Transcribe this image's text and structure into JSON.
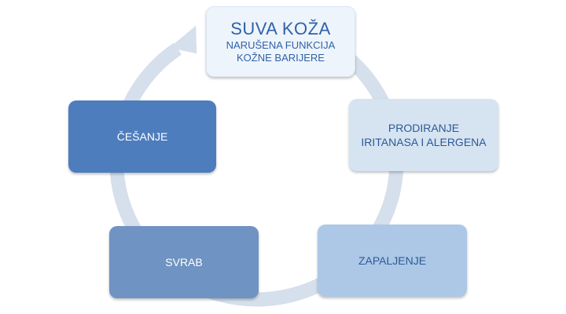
{
  "diagram": {
    "type": "cycle",
    "arrow_color": "#d6dfec",
    "nodes": [
      {
        "title": "SUVA KOŽA",
        "lines": [
          "NARUŠENA FUNKCIJA",
          "KOŽNE BARIJERE"
        ],
        "color": "#eef4fb",
        "text_color": "#2f62a8"
      },
      {
        "lines": [
          "PRODIRANJE",
          "IRITANASA I ALERGENA"
        ],
        "color": "#d6e3f1",
        "text_color": "#2b5a97"
      },
      {
        "lines": [
          "ZAPALJENJE"
        ],
        "color": "#adc8e6",
        "text_color": "#2b5a97"
      },
      {
        "lines": [
          "SVRAB"
        ],
        "color": "#6f93c2",
        "text_color": "#ffffff"
      },
      {
        "lines": [
          "ČEŠANJE"
        ],
        "color": "#4d7dbd",
        "text_color": "#ffffff"
      }
    ]
  }
}
